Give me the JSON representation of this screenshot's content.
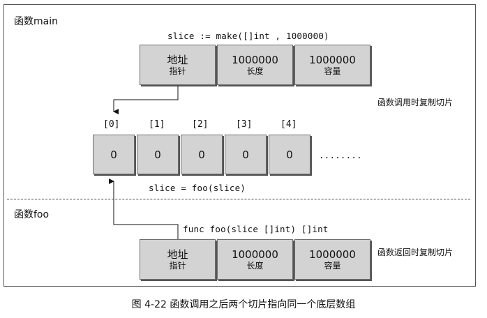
{
  "main": {
    "section_label": "函数main",
    "code_make": "slice := make([]int , 1000000)",
    "header": {
      "ptr_main": "地址",
      "ptr_sub": "指针",
      "len_main": "1000000",
      "len_sub": "长度",
      "cap_main": "1000000",
      "cap_sub": "容量"
    },
    "note_copy": "函数调用时复制切片",
    "indices": [
      "[0]",
      "[1]",
      "[2]",
      "[3]",
      "[4]"
    ],
    "cells": [
      "0",
      "0",
      "0",
      "0",
      "0"
    ],
    "ellipsis": "........",
    "code_call": "slice = foo(slice)"
  },
  "foo": {
    "section_label": "函数foo",
    "code_sig": "func foo(slice []int) []int",
    "header": {
      "ptr_main": "地址",
      "ptr_sub": "指针",
      "len_main": "1000000",
      "len_sub": "长度",
      "cap_main": "1000000",
      "cap_sub": "容量"
    },
    "note_return": "函数返回时复制切片"
  },
  "caption": "图 4-22    函数调用之后两个切片指向同一个底层数组"
}
